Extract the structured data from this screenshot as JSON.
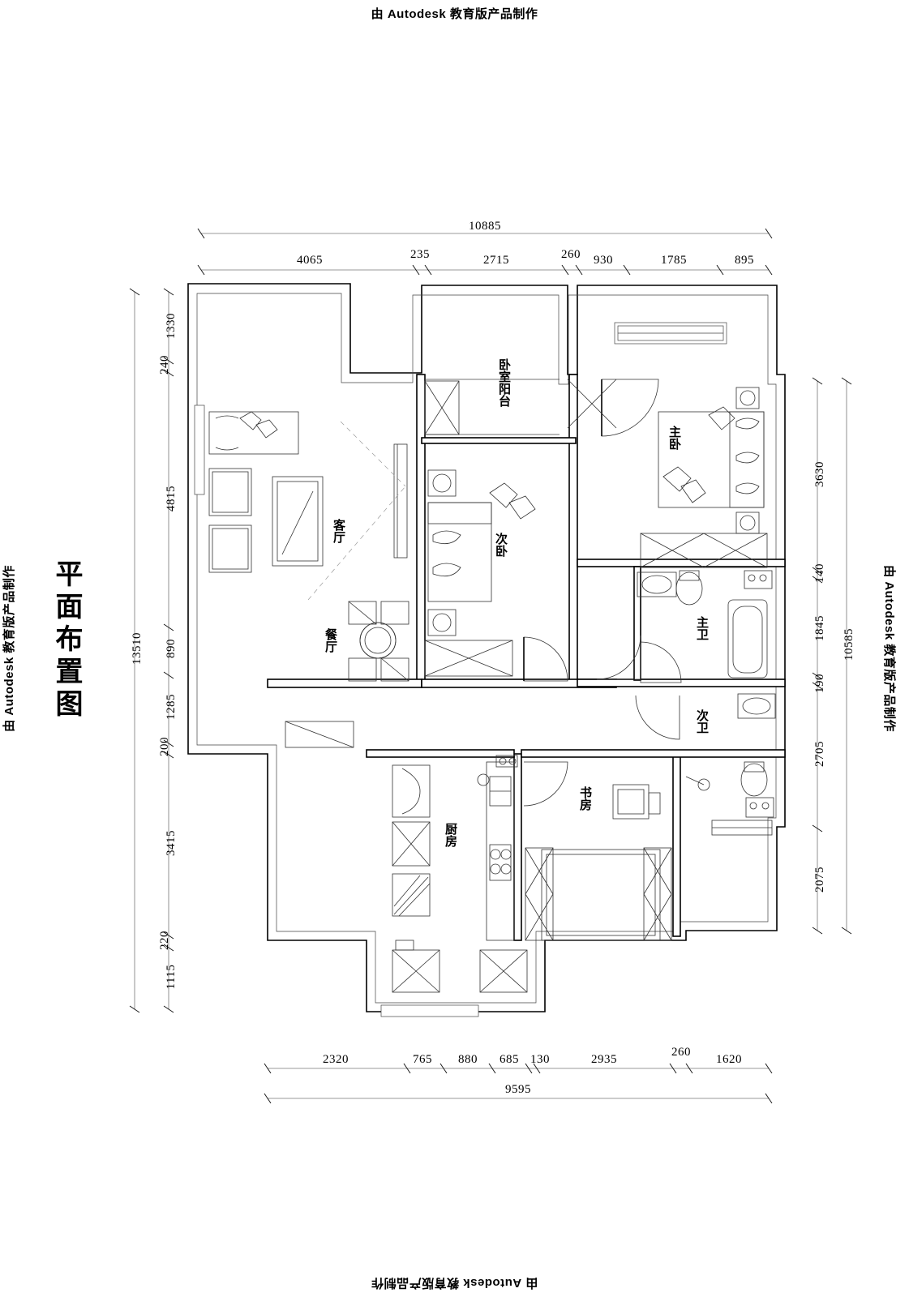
{
  "watermark": {
    "text": "由 Autodesk 教育版产品制作"
  },
  "sheet": {
    "title": "平面布置图"
  },
  "dimensions": {
    "top": {
      "total": "10885",
      "segments": [
        "4065",
        "235",
        "2715",
        "260",
        "930",
        "1785",
        "895"
      ]
    },
    "bottom": {
      "total": "9595",
      "segments": [
        "2320",
        "765",
        "880",
        "685",
        "130",
        "2935",
        "260",
        "1620"
      ]
    },
    "left": {
      "total": "13510",
      "segments": [
        "1330",
        "240",
        "4815",
        "890",
        "1285",
        "200",
        "3415",
        "220",
        "1115"
      ]
    },
    "right": {
      "total": "10585",
      "segments": [
        "3630",
        "140",
        "1845",
        "190",
        "2705",
        "2075"
      ]
    }
  },
  "rooms": [
    {
      "key": "living",
      "label": "客厅"
    },
    {
      "key": "dining",
      "label": "餐厅"
    },
    {
      "key": "master_bed",
      "label": "主卧"
    },
    {
      "key": "second_bed",
      "label": "次卧"
    },
    {
      "key": "master_bath",
      "label": "主卫"
    },
    {
      "key": "second_bath",
      "label": "次卫"
    },
    {
      "key": "kitchen",
      "label": "厨房"
    },
    {
      "key": "study",
      "label": "书房"
    },
    {
      "key": "bed_balcony",
      "label": "卧室阳台"
    }
  ],
  "colors": {
    "line": "#1a1a1a",
    "dimension": "#777777",
    "background": "#ffffff"
  }
}
